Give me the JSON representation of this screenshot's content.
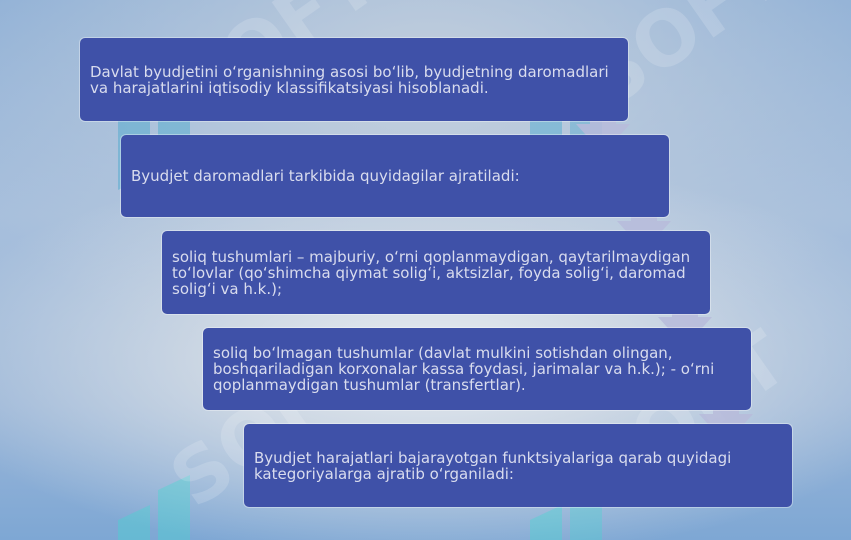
{
  "steps": [
    {
      "text": "Davlat byudjetini oʻrganishning asosi boʻlib, byudjetning daromadlari va harajatlarini iqtisodiy klassifikatsiyasi hisoblanadi."
    },
    {
      "text": "Byudjet daromadlari tarkibida quyidagilar ajratiladi:"
    },
    {
      "text": "soliq tushumlari – majburiy, oʻrni qoplanmaydigan, qaytarilmaydigan toʻlovlar (qoʻshimcha qiymat soligʻi, aktsizlar, foyda soligʻi, daromad soligʻi va h.k.);"
    },
    {
      "text": "soliq boʻlmagan tushumlar (davlat mulkini sotishdan olingan, boshqariladigan korxonalar kassa foydasi, jarimalar va h.k.); - oʻrni qoplanmaydigan tushumlar (transfertlar)."
    },
    {
      "text": "Byudjet harajatlari bajarayotgan funktsiyalariga qarab quyidagi kategoriyalarga ajratib oʻrganiladi:"
    }
  ],
  "watermark": {
    "text": "SOFT"
  },
  "colors": {
    "box": "#3f51a8",
    "text": "#d9dcee",
    "arrow": "#b7bbda"
  }
}
